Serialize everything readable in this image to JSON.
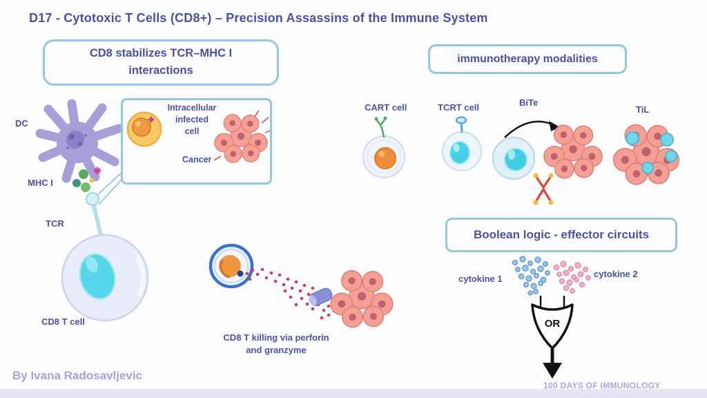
{
  "title": "D17 - Cytotoxic T Cells (CD8+) – Precision Assassins of the Immune System",
  "left_panel": {
    "heading_lines": [
      "CD8 stabilizes TCR–MHC I",
      "interactions"
    ],
    "dc_label": "DC",
    "mhc_label": "MHC I",
    "tcr_label": "TCR",
    "cd8_label": "CD8 T cell",
    "target_box": {
      "infected_lines": [
        "Intracellular",
        "infected",
        "cell"
      ],
      "cancer_label": "Cancer"
    }
  },
  "killing_caption_lines": [
    "CD8 T killing via perforin",
    "and granzyme"
  ],
  "immunotherapy": {
    "heading": "immunotherapy modalities",
    "modalities": [
      {
        "label": "CART cell"
      },
      {
        "label": "TCRT cell"
      },
      {
        "label": "BiTe"
      },
      {
        "label": "TiL"
      }
    ]
  },
  "boolean_panel": {
    "heading": "Boolean logic - effector circuits",
    "cytokine1_label": "cytokine 1",
    "cytokine2_label": "cytokine 2",
    "gate_label": "OR"
  },
  "footer": {
    "author": "By Ivana Radosavljevic",
    "series": "100 DAYS OF IMMUNOLOGY"
  },
  "colors": {
    "heading_text": "#4b50a7",
    "box_border": "#93c7dd",
    "cancer_pink": "#f2998e",
    "tcell_cyan": "#55d6e9",
    "dc_purple": "#a89fd8",
    "infected_orange": "#f0953f",
    "granzyme_red": "#d23a55",
    "footer_lavender": "#a5a2da"
  }
}
